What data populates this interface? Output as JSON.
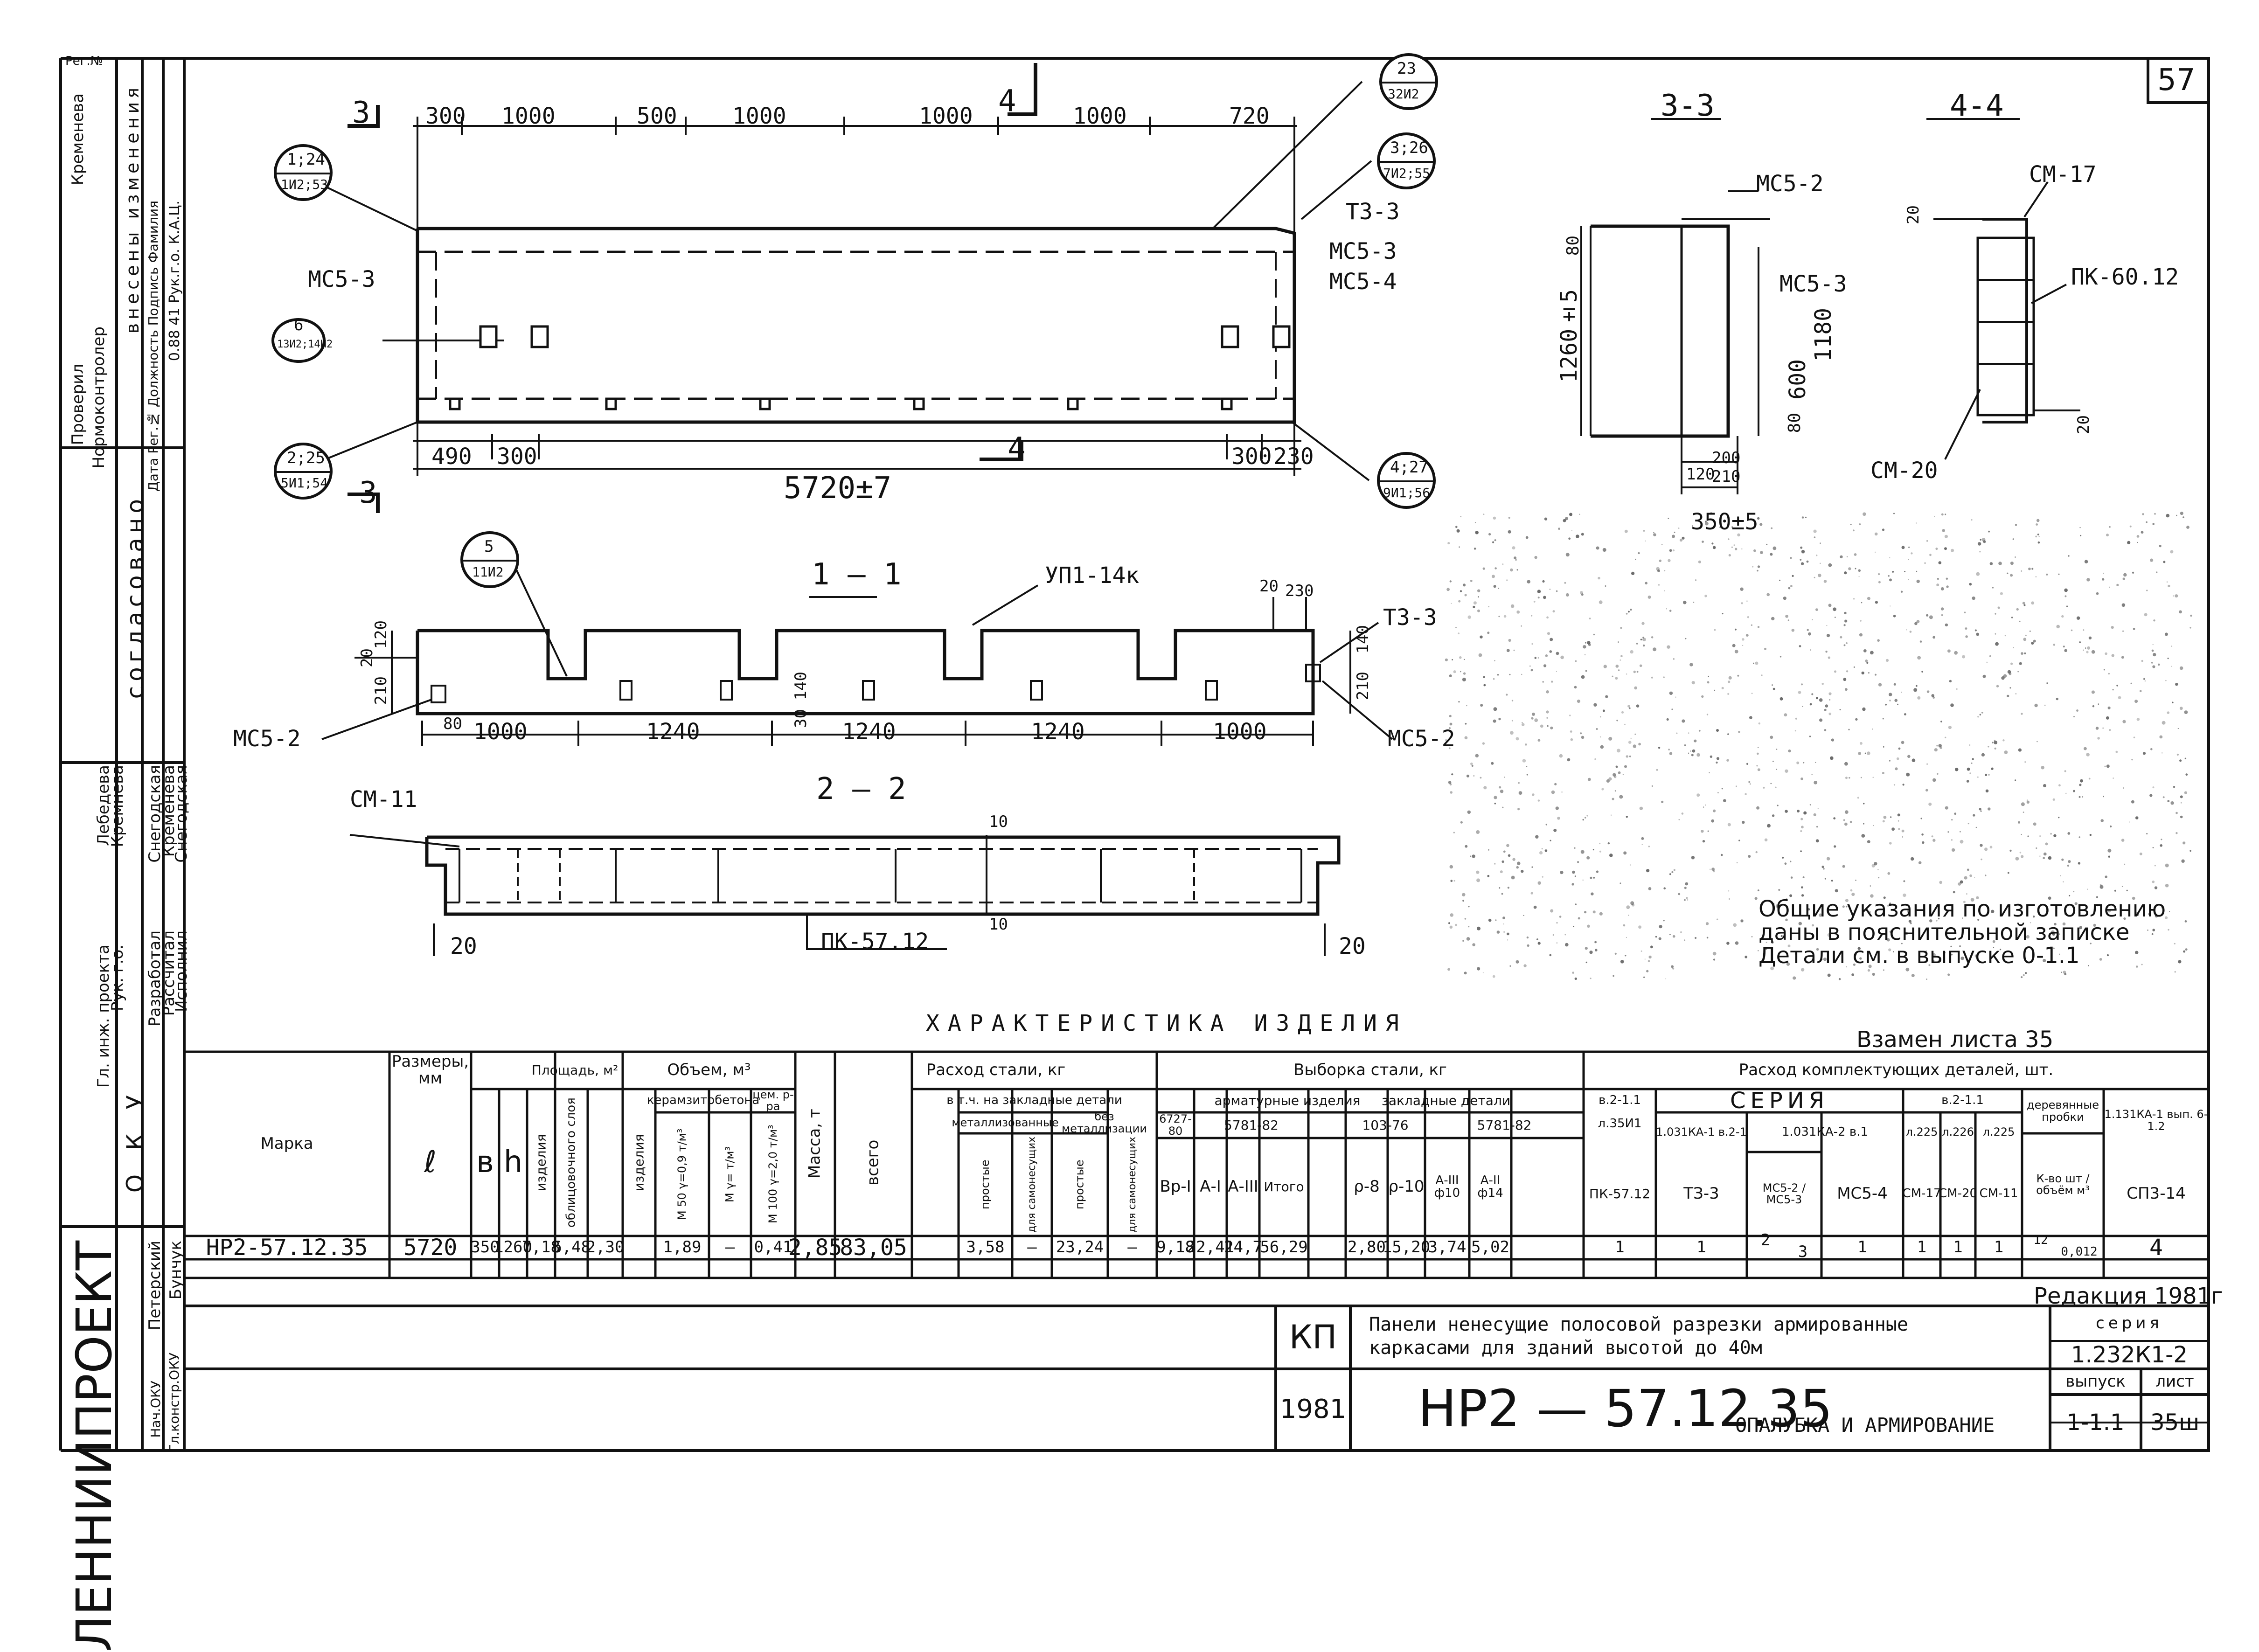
{
  "sheet_no": "57",
  "left_stamp": {
    "org": "ЛЕННИИПРОЕКТ",
    "dept": "О К У",
    "agreed": "согласовано",
    "changes": "внесены изменения",
    "roles": [
      "Гл. инж. проекта",
      "Рук. г.о.",
      "Разработал",
      "Рассчитал",
      "Исполнил"
    ],
    "names": [
      "Лебедева",
      "Кремнева",
      "Снегодская",
      "Кременева",
      "Снегодская"
    ],
    "roles2": [
      "Проверил",
      "Нормоконтролер"
    ],
    "names2": [
      "Кременева"
    ],
    "change_cols": [
      "Дата",
      "Рег.№",
      "Должность",
      "Подпись",
      "Фамилия"
    ],
    "change_row": [
      "0.88",
      "41",
      "Рук.г.о.",
      "",
      "К.А.Ц."
    ],
    "heads": [
      "Петерский",
      "Бунчук"
    ],
    "misc": [
      "Нач.ОКУ",
      "Гл.констр.ОКУ",
      "Рег.№"
    ]
  },
  "plan": {
    "top_dims": [
      "300",
      "1000",
      "500",
      "1000",
      "1000",
      "1000",
      "720"
    ],
    "bottom_dims_left": [
      "490",
      "300"
    ],
    "bottom_dims_right": [
      "300",
      "230"
    ],
    "overall": "5720±7",
    "cut3": "3",
    "cut4": "4",
    "labels": [
      "МС5-3",
      "МС5-3",
      "МС5-4",
      "ТЗ-3"
    ],
    "bubbles": [
      {
        "top": "1;24",
        "bot": "1И2;53"
      },
      {
        "top": "6",
        "bot": "13И2;14И2"
      },
      {
        "top": "2;25",
        "bot": "5И1;54"
      },
      {
        "top": "23",
        "bot": "32И2"
      },
      {
        "top": "3;26",
        "bot": "7И2;55"
      },
      {
        "top": "4;27",
        "bot": "9И1;56"
      },
      {
        "top": "5",
        "bot": "11И2"
      }
    ]
  },
  "s33": {
    "title": "3-3",
    "labels": [
      "МС5-2",
      "МС5-3"
    ],
    "dims": [
      "80",
      "1260±5",
      "600",
      "1180",
      "80",
      "120",
      "200",
      "210",
      "350±5"
    ]
  },
  "s44": {
    "title": "4-4",
    "labels": [
      "СМ-17",
      "ПК-60.12",
      "СМ-20"
    ],
    "dims": [
      "20",
      "20"
    ]
  },
  "s11": {
    "title": "1 — 1",
    "labels": [
      "УП1-14к",
      "ТЗ-3",
      "МС5-2",
      "МС5-2"
    ],
    "dims_bottom": [
      "80",
      "1000",
      "1240",
      "1240",
      "1240",
      "1000"
    ],
    "dims_left": [
      "20",
      "120",
      "210"
    ],
    "dims_right": [
      "140",
      "210"
    ],
    "dims_top": [
      "20",
      "230"
    ],
    "dims_mid": [
      "30",
      "140"
    ]
  },
  "s22": {
    "title": "2 — 2",
    "labels": [
      "СМ-11",
      "ПК-57.12"
    ],
    "dims": [
      "10",
      "10",
      "20",
      "20"
    ]
  },
  "notes": [
    "Общие указания по изготовлению",
    "даны в пояснительной записке",
    "Детали см. в выпуске 0-1.1"
  ],
  "table": {
    "title": "ХАРАКТЕРИСТИКА ИЗДЕЛИЯ",
    "replaces": "Взамен листа 35",
    "edition": "Редакция 1981г",
    "headers": {
      "marka": "Марка",
      "dims": "Размеры, мм",
      "l": "ℓ",
      "b": "в",
      "h": "h",
      "area": "Площадь, м²",
      "area_izd": "изделия",
      "area_obl": "облицовочного слоя",
      "vol": "Объем, м³",
      "vol_izd": "изделия",
      "keram": "керамзитобетона",
      "keram_a": "M 50 γ=0,9 т/м³",
      "keram_b": "M γ= т/м³",
      "cem": "цем. р-ра",
      "cem_a": "M 100 γ=2,0 т/м³",
      "mass": "Масса, т",
      "steel": "Расход стали, кг",
      "steel_all": "всего",
      "steel_incl": "в т.ч. на закладные детали",
      "metal": "металлизованные",
      "nometal": "без металлизации",
      "prost": "простые",
      "dlya": "для самонесущих",
      "vyb": "Выборка стали, кг",
      "arm": "арматурные изделия",
      "gost1": "6727-80",
      "gost2": "5781-82",
      "bp": "Вр-I",
      "a1": "А-I",
      "a3": "А-III",
      "itogo": "Итого",
      "zakl": "закладные детали",
      "gost3": "103-76",
      "gost4": "5781-82",
      "d8": "ρ-8",
      "d10": "ρ-10",
      "a3d10": "А-III ф10",
      "a2d14": "А-II ф14",
      "kompl": "Расход комплектующих деталей, шт.",
      "ser1": "в.2-1.1",
      "ser1b": "л.35И1",
      "seriya": "СЕРИЯ",
      "ser2": "1.031КА-1 в.2-1",
      "ser3": "1.031КА-2 в.1",
      "ser4": "в.2-1.1",
      "ser4a": "л.225",
      "ser4b": "л.226",
      "ser4c": "л.225",
      "ser5": "деревянные пробки",
      "ser6": "1.131КА-1 вып. 6-1.2",
      "pk": "ПК-57.12",
      "tz": "ТЗ-3",
      "mc52": "МС5-2 / МС5-3",
      "mc54": "МС5-4",
      "sm17": "СМ-17",
      "sm20": "СМ-20",
      "sm11": "СМ-11",
      "kvo": "К-во шт / объём м³",
      "sp": "СП3-14"
    },
    "row": {
      "marka": "НР2-57.12.35",
      "l": "5720",
      "b": "350",
      "h": "1260",
      "area_izd": "7,18",
      "area_obl": "6,48",
      "vol_izd": "2,30",
      "keram_a": "1,89",
      "keram_b": "—",
      "cem_a": "0,41",
      "mass": "2,85",
      "steel_all": "83,05",
      "prost": "3,58",
      "dlya": "—",
      "nm_prost": "23,24",
      "nm_dlya": "—",
      "bp": "9,18",
      "a1": "22,41",
      "a3": "24,7",
      "itogo": "56,29",
      "d8": "2,80",
      "d10": "15,20",
      "a3d10": "3,74",
      "a2d14": "5,02",
      "pk": "1",
      "tz": "1",
      "mc52a": "2",
      "mc52b": "3",
      "mc54": "1",
      "sm17": "1",
      "sm20": "1",
      "sm11": "1",
      "kvo_a": "12",
      "kvo_b": "0,012",
      "sp": "4"
    }
  },
  "title_block": {
    "kp": "КП",
    "year": "1981",
    "desc1": "Панели ненесущие полосовой разрезки армированные",
    "desc2": "каркасами для зданий высотой до 40м",
    "code": "НР2 — 57.12.35",
    "subtitle": "ОПАЛУБКА И АРМИРОВАНИЕ",
    "series_label": "серия",
    "series": "1.232К1-2",
    "issue_label": "выпуск",
    "issue": "1-1.1",
    "list_label": "лист",
    "list": "35ш"
  }
}
